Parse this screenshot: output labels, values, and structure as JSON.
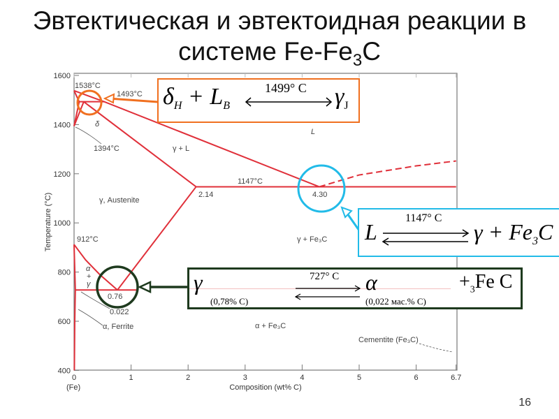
{
  "slide": {
    "title_line1": "Эвтектическая и эвтектоидная реакции в",
    "title_line2_main": "системе  Fe-Fe",
    "title_line2_sub": "3",
    "title_line2_end": "C",
    "page_number": "16"
  },
  "diagram": {
    "y_axis_label": "Temperature (°C)",
    "x_axis_label": "Composition (wt% C)",
    "y_ticks": [
      "1600",
      "1400",
      "1200",
      "1000",
      "800",
      "600",
      "400"
    ],
    "x_ticks": [
      "0",
      "1",
      "2",
      "3",
      "4",
      "5",
      "6",
      "6.7"
    ],
    "x_sub_label": "(Fe)",
    "labels": {
      "t1538": "1538°C",
      "t1493": "1493°C",
      "t1394": "1394°C",
      "t1147": "1147°C",
      "t912": "912°C",
      "delta": "δ",
      "gamma_L": "γ + L",
      "L": "L",
      "austenite": "γ, Austenite",
      "c214": "2.14",
      "c430": "4.30",
      "c076": "0.76",
      "c0022": "0.022",
      "ferrite": "α, Ferrite",
      "alpha_gamma_a": "α",
      "alpha_gamma_plus": "+",
      "alpha_gamma_g": "γ",
      "gamma_fe3c": "γ + Fe₃C",
      "alpha_fe3c": "α + Fe₃C",
      "cementite": "Cementite (Fe₃C)"
    },
    "colors": {
      "phase_line": "#e0303a",
      "peritectic": "#f07020",
      "eutectic": "#22bbe8",
      "eutectoid": "#1e3a1e"
    }
  },
  "reactions": {
    "peritectic": {
      "left": "δ",
      "left_sub": "H",
      "plus": " + L",
      "plus_sub": "B",
      "temp": "1499° C",
      "right": "γ",
      "right_sub": "J"
    },
    "eutectic": {
      "left": "L",
      "temp": "1147° C",
      "right": "γ + Fe",
      "right_sub": "3",
      "right_end": "C"
    },
    "eutectoid": {
      "left": "γ",
      "left_comp": "(0,78% C)",
      "temp": "727° C",
      "mid": "α",
      "mid_comp": "(0,022 мас.% C)",
      "right": "+",
      "right_sub": "3",
      "right_end": "Fe C"
    }
  }
}
